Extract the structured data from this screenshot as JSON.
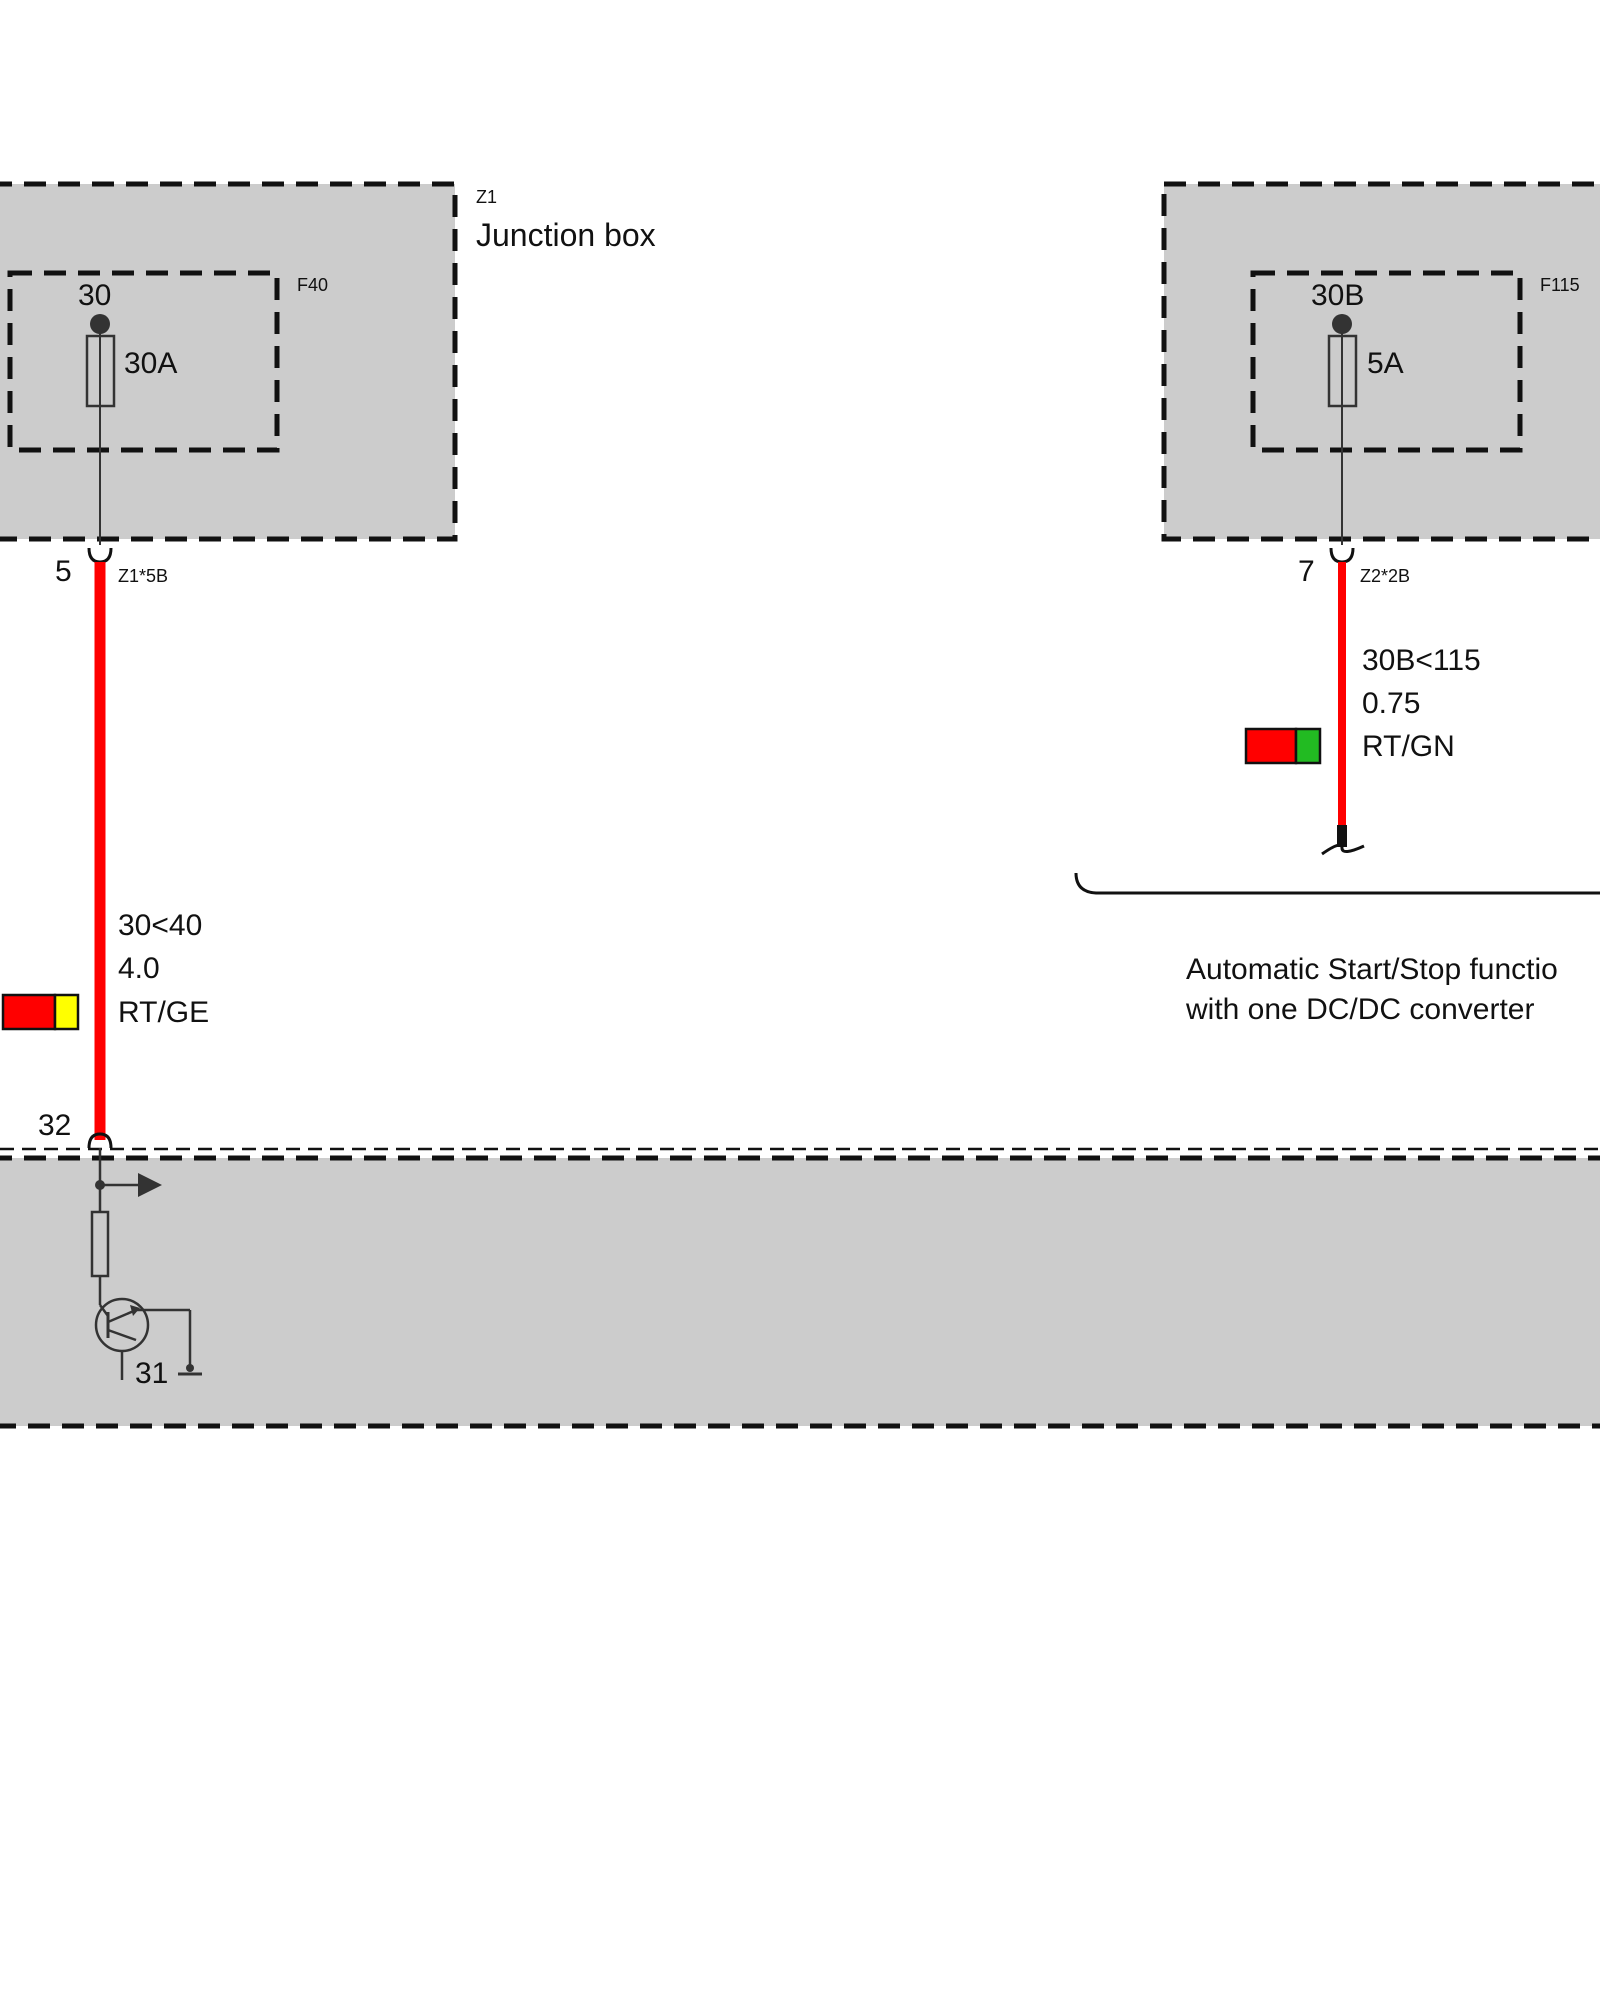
{
  "colors": {
    "module_fill": "#cccccc",
    "wire_red": "#ff0000",
    "stripe_yellow": "#ffff00",
    "stripe_green": "#22bb22",
    "line": "#333333",
    "text": "#111111"
  },
  "junction_box": {
    "code": "Z1",
    "name": "Junction box",
    "fuse_left": {
      "code": "F40",
      "terminal": "30",
      "rating": "30A"
    },
    "fuse_right": {
      "code": "F115",
      "terminal": "30B",
      "rating": "5A"
    }
  },
  "connectors": {
    "left": {
      "pin": "5",
      "code": "Z1*5B"
    },
    "right": {
      "pin": "7",
      "code": "Z2*2B"
    }
  },
  "wire_left": {
    "circuit": "30<40",
    "gauge": "4.0",
    "color_code": "RT/GE"
  },
  "wire_right": {
    "circuit": "30B<115",
    "gauge": "0.75",
    "color_code": "RT/GN"
  },
  "note": {
    "line1": "Automatic Start/Stop functio",
    "line2": "with one DC/DC converter"
  },
  "lower_module": {
    "input_pin": "32",
    "ground_pin": "31"
  }
}
